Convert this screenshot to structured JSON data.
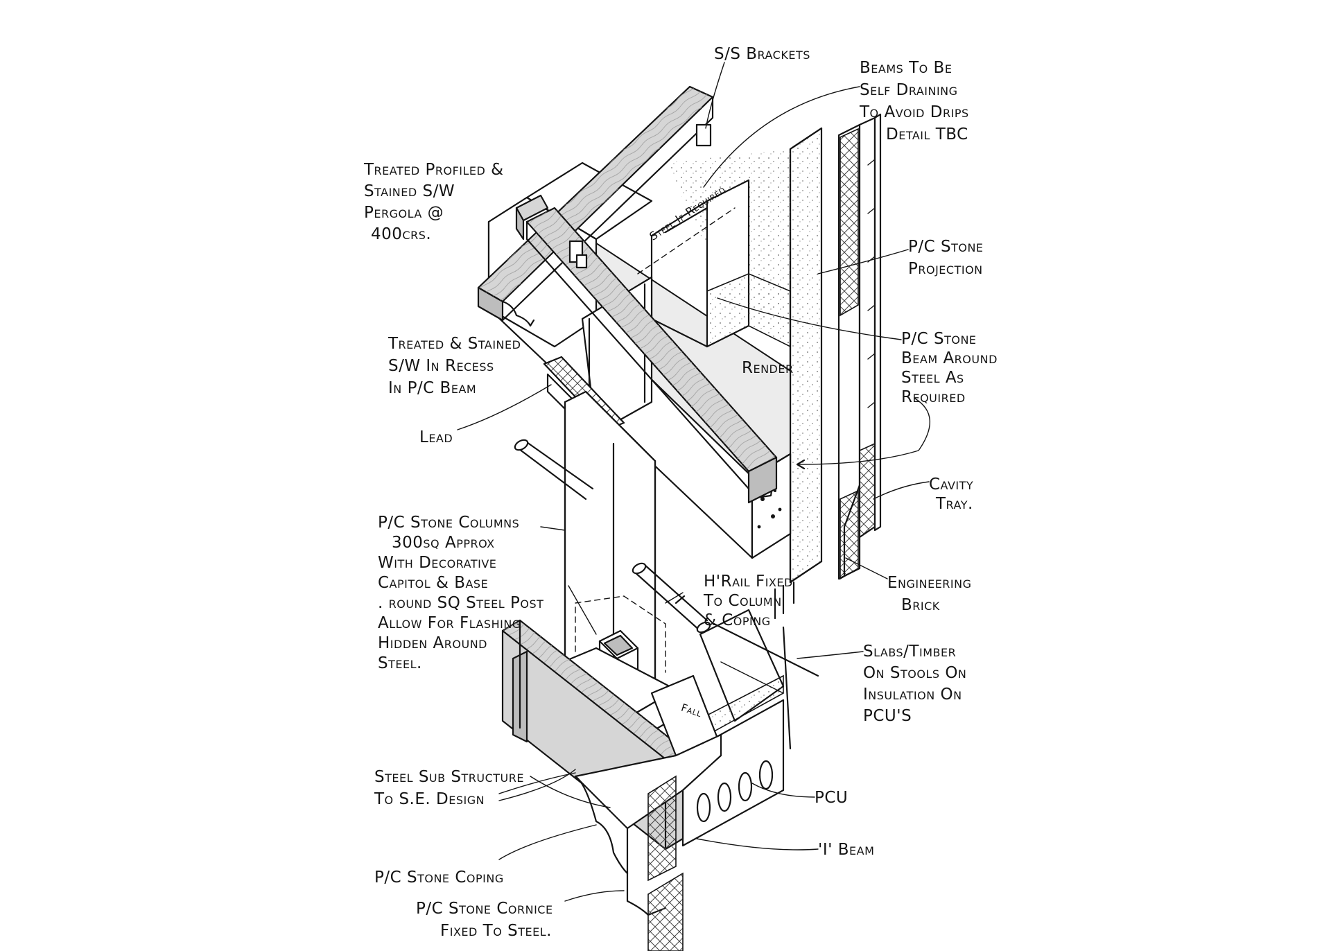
{
  "labels": {
    "ss_brackets": [
      "S/S Brackets"
    ],
    "beams_self_draining": [
      "Beams To Be",
      "Self Draining",
      "To Avoid Drips",
      "Detail TBC"
    ],
    "pergola": [
      "Treated Profiled &",
      "Stained S/W",
      "Pergola @",
      "400crs."
    ],
    "steel_if_required": [
      "Steel If Required"
    ],
    "pc_stone_projection": [
      "P/C Stone",
      "Projection"
    ],
    "treated_stained_recess": [
      "Treated & Stained",
      "S/W In Recess",
      "In P/C Beam"
    ],
    "render": [
      "Render"
    ],
    "pc_stone_beam": [
      "P/C Stone",
      "Beam Around",
      "Steel As",
      "Required"
    ],
    "lead": [
      "Lead"
    ],
    "cavity_tray": [
      "Cavity",
      "Tray."
    ],
    "pc_stone_columns": [
      "P/C Stone Columns",
      "300sq Approx",
      "With Decorative",
      "Capitol & Base",
      ". round SQ Steel Post",
      "Allow For Flashing",
      "Hidden Around",
      "Steel."
    ],
    "hrail": [
      "H'Rail Fixed",
      "To Column",
      "& Coping"
    ],
    "engineering_brick": [
      "Engineering",
      "Brick"
    ],
    "slabs_timber": [
      "Slabs/Timber",
      "On Stools On",
      "Insulation On",
      "PCU'S"
    ],
    "fall": [
      "Fall"
    ],
    "steel_sub_structure": [
      "Steel Sub Structure",
      "To S.E. Design"
    ],
    "pcu": [
      "PCU"
    ],
    "i_beam": [
      "'I' Beam"
    ],
    "pc_stone_coping": [
      "P/C Stone Coping"
    ],
    "pc_stone_cornice": [
      "P/C Stone Cornice",
      "Fixed To Steel."
    ]
  },
  "colors": {
    "ink": "#141414",
    "tone": "#d6d6d6",
    "tone_dark": "#bdbdbd",
    "light": "#ececec",
    "paper": "#ffffff"
  }
}
